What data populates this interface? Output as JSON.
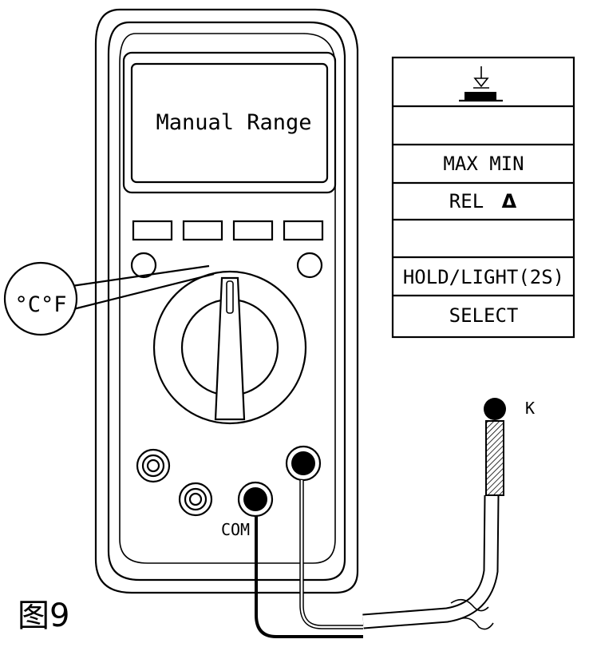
{
  "display": {
    "text": "Manual Range"
  },
  "menu": {
    "rows": [
      {
        "label": "",
        "icon": "ground-icon"
      },
      {
        "label": ""
      },
      {
        "label": "MAX MIN"
      },
      {
        "label": "REL",
        "symbol": "Δ"
      },
      {
        "label": ""
      },
      {
        "label": "HOLD/LIGHT(2S)"
      },
      {
        "label": "SELECT"
      }
    ]
  },
  "callout": {
    "label": "°C°F"
  },
  "terminal": {
    "com_label": "COM"
  },
  "probe": {
    "label": "K"
  },
  "figure": {
    "caption": "图9"
  }
}
